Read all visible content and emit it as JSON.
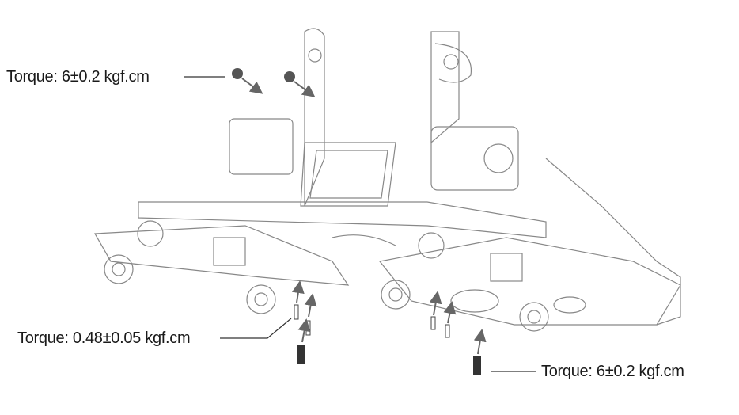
{
  "labels": {
    "top_left": "Torque: 6±0.2 kgf.cm",
    "bottom_left": "Torque: 0.48±0.05 kgf.cm",
    "bottom_right": "Torque: 6±0.2 kgf.cm"
  },
  "colors": {
    "line": "#555555",
    "screw": "#444444",
    "arrow": "#666666",
    "text": "#1a1a1a"
  }
}
